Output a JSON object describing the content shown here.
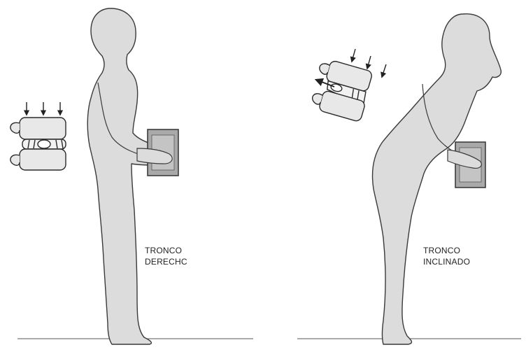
{
  "figure": {
    "left_panel": {
      "caption": {
        "line1": "TRONCO",
        "line2": "DERECHC"
      }
    },
    "right_panel": {
      "caption": {
        "line1": "TRONCO",
        "line2": "INCLINADO"
      }
    }
  },
  "colors": {
    "figure_fill": "#dcdcdc",
    "outline": "#3a3a3a",
    "box_fill": "#a9a9a9",
    "box_inner": "#c4c4c4",
    "vertebra_fill": "#e8e8e8",
    "ground": "#777777"
  },
  "icons": [
    "arrow-down-icon",
    "arrow-outward-icon"
  ]
}
